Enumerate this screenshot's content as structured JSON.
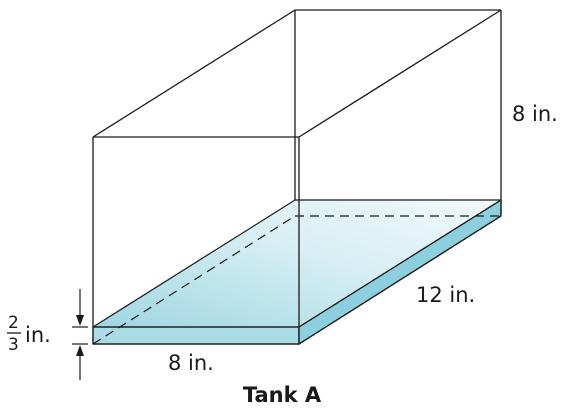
{
  "labels": {
    "height": "8 in.",
    "depth": "12 in.",
    "width": "8 in.",
    "water_unit": "in.",
    "water_numerator": "2",
    "water_denominator": "3"
  },
  "caption": "Tank A",
  "colors": {
    "edge": "#1a1a1a",
    "water_light": "#eaf6f9",
    "water_dark": "#9fd6e2",
    "water_front": "#a9dce7",
    "water_side": "#8ccfde"
  }
}
